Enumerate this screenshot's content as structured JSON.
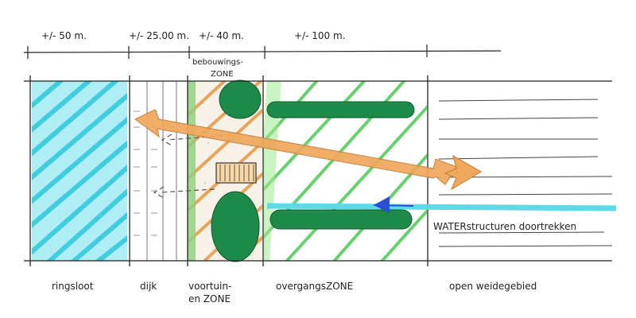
{
  "measurements": {
    "ringsloot": "+/- 50 m.",
    "dijk": "+/- 25.00 m.",
    "voortuinen": "+/- 40 m.",
    "overgang": "+/- 100 m."
  },
  "annotations": {
    "bebouwing_line1": "bebouwings-",
    "bebouwing_line2": "ZONE",
    "water": "WATERstructuren doortrekken"
  },
  "zones": {
    "ringsloot": "ringsloot",
    "dijk": "dijk",
    "voortuinen_line1": "voortuin-",
    "voortuinen_line2": "en ZONE",
    "overgang": "overgangsZONE",
    "weide": "open weidegebied"
  },
  "colors": {
    "water": "#4fd6e6",
    "green_dark": "#1e8a4a",
    "green_light": "#7fe08a",
    "orange": "#f1b06a",
    "ink": "#222222"
  }
}
